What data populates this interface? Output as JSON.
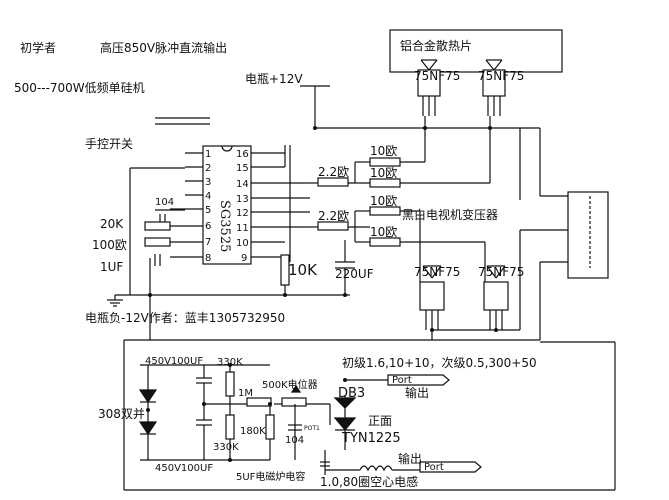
{
  "header": {
    "author_tag": "初学者",
    "title": "高压850V脉冲直流输出",
    "subtitle": "500---700W低频单硅机"
  },
  "labels": {
    "heatsink": "铝合金散热片",
    "battery_pos": "电瓶+12V",
    "manual_switch": "手控开关",
    "battery_neg_author": "电瓶负-12V作者：蓝丰1305732950",
    "transformer": "黑白电视机变压器",
    "winding": "初级1.6,10+10，次级0.5,300+50",
    "dual_308": "308双并",
    "output_top": "输出",
    "output_bottom": "输出",
    "db3": "DB3",
    "front": "正面",
    "triac": "TYN1225",
    "pot": "500K电位器",
    "cap_5uf": "5UF电磁炉电容",
    "coil": "1.0,80圈空心电感",
    "port": "Port"
  },
  "ic": {
    "name": "SG3525",
    "pins_left": [
      "1",
      "2",
      "3",
      "4",
      "5",
      "6",
      "7",
      "8"
    ],
    "pins_right": [
      "16",
      "15",
      "14",
      "13",
      "12",
      "11",
      "10",
      "9"
    ]
  },
  "mosfets": [
    "75NF75",
    "75NF75",
    "75NF75",
    "75NF75"
  ],
  "components": {
    "r_10ohm": "10欧",
    "r_22ohm": "2.2欧",
    "c_104": "104",
    "r_20k": "20K",
    "r_100ohm": "100欧",
    "c_1uf": "1UF",
    "r_10k": "10K",
    "c_220uf": "220UF",
    "c_450v": "450V100UF",
    "r_330k": "330K",
    "r_1m": "1M",
    "r_180k": "180K",
    "c_104b": "104",
    "pot_short": "POT1"
  }
}
